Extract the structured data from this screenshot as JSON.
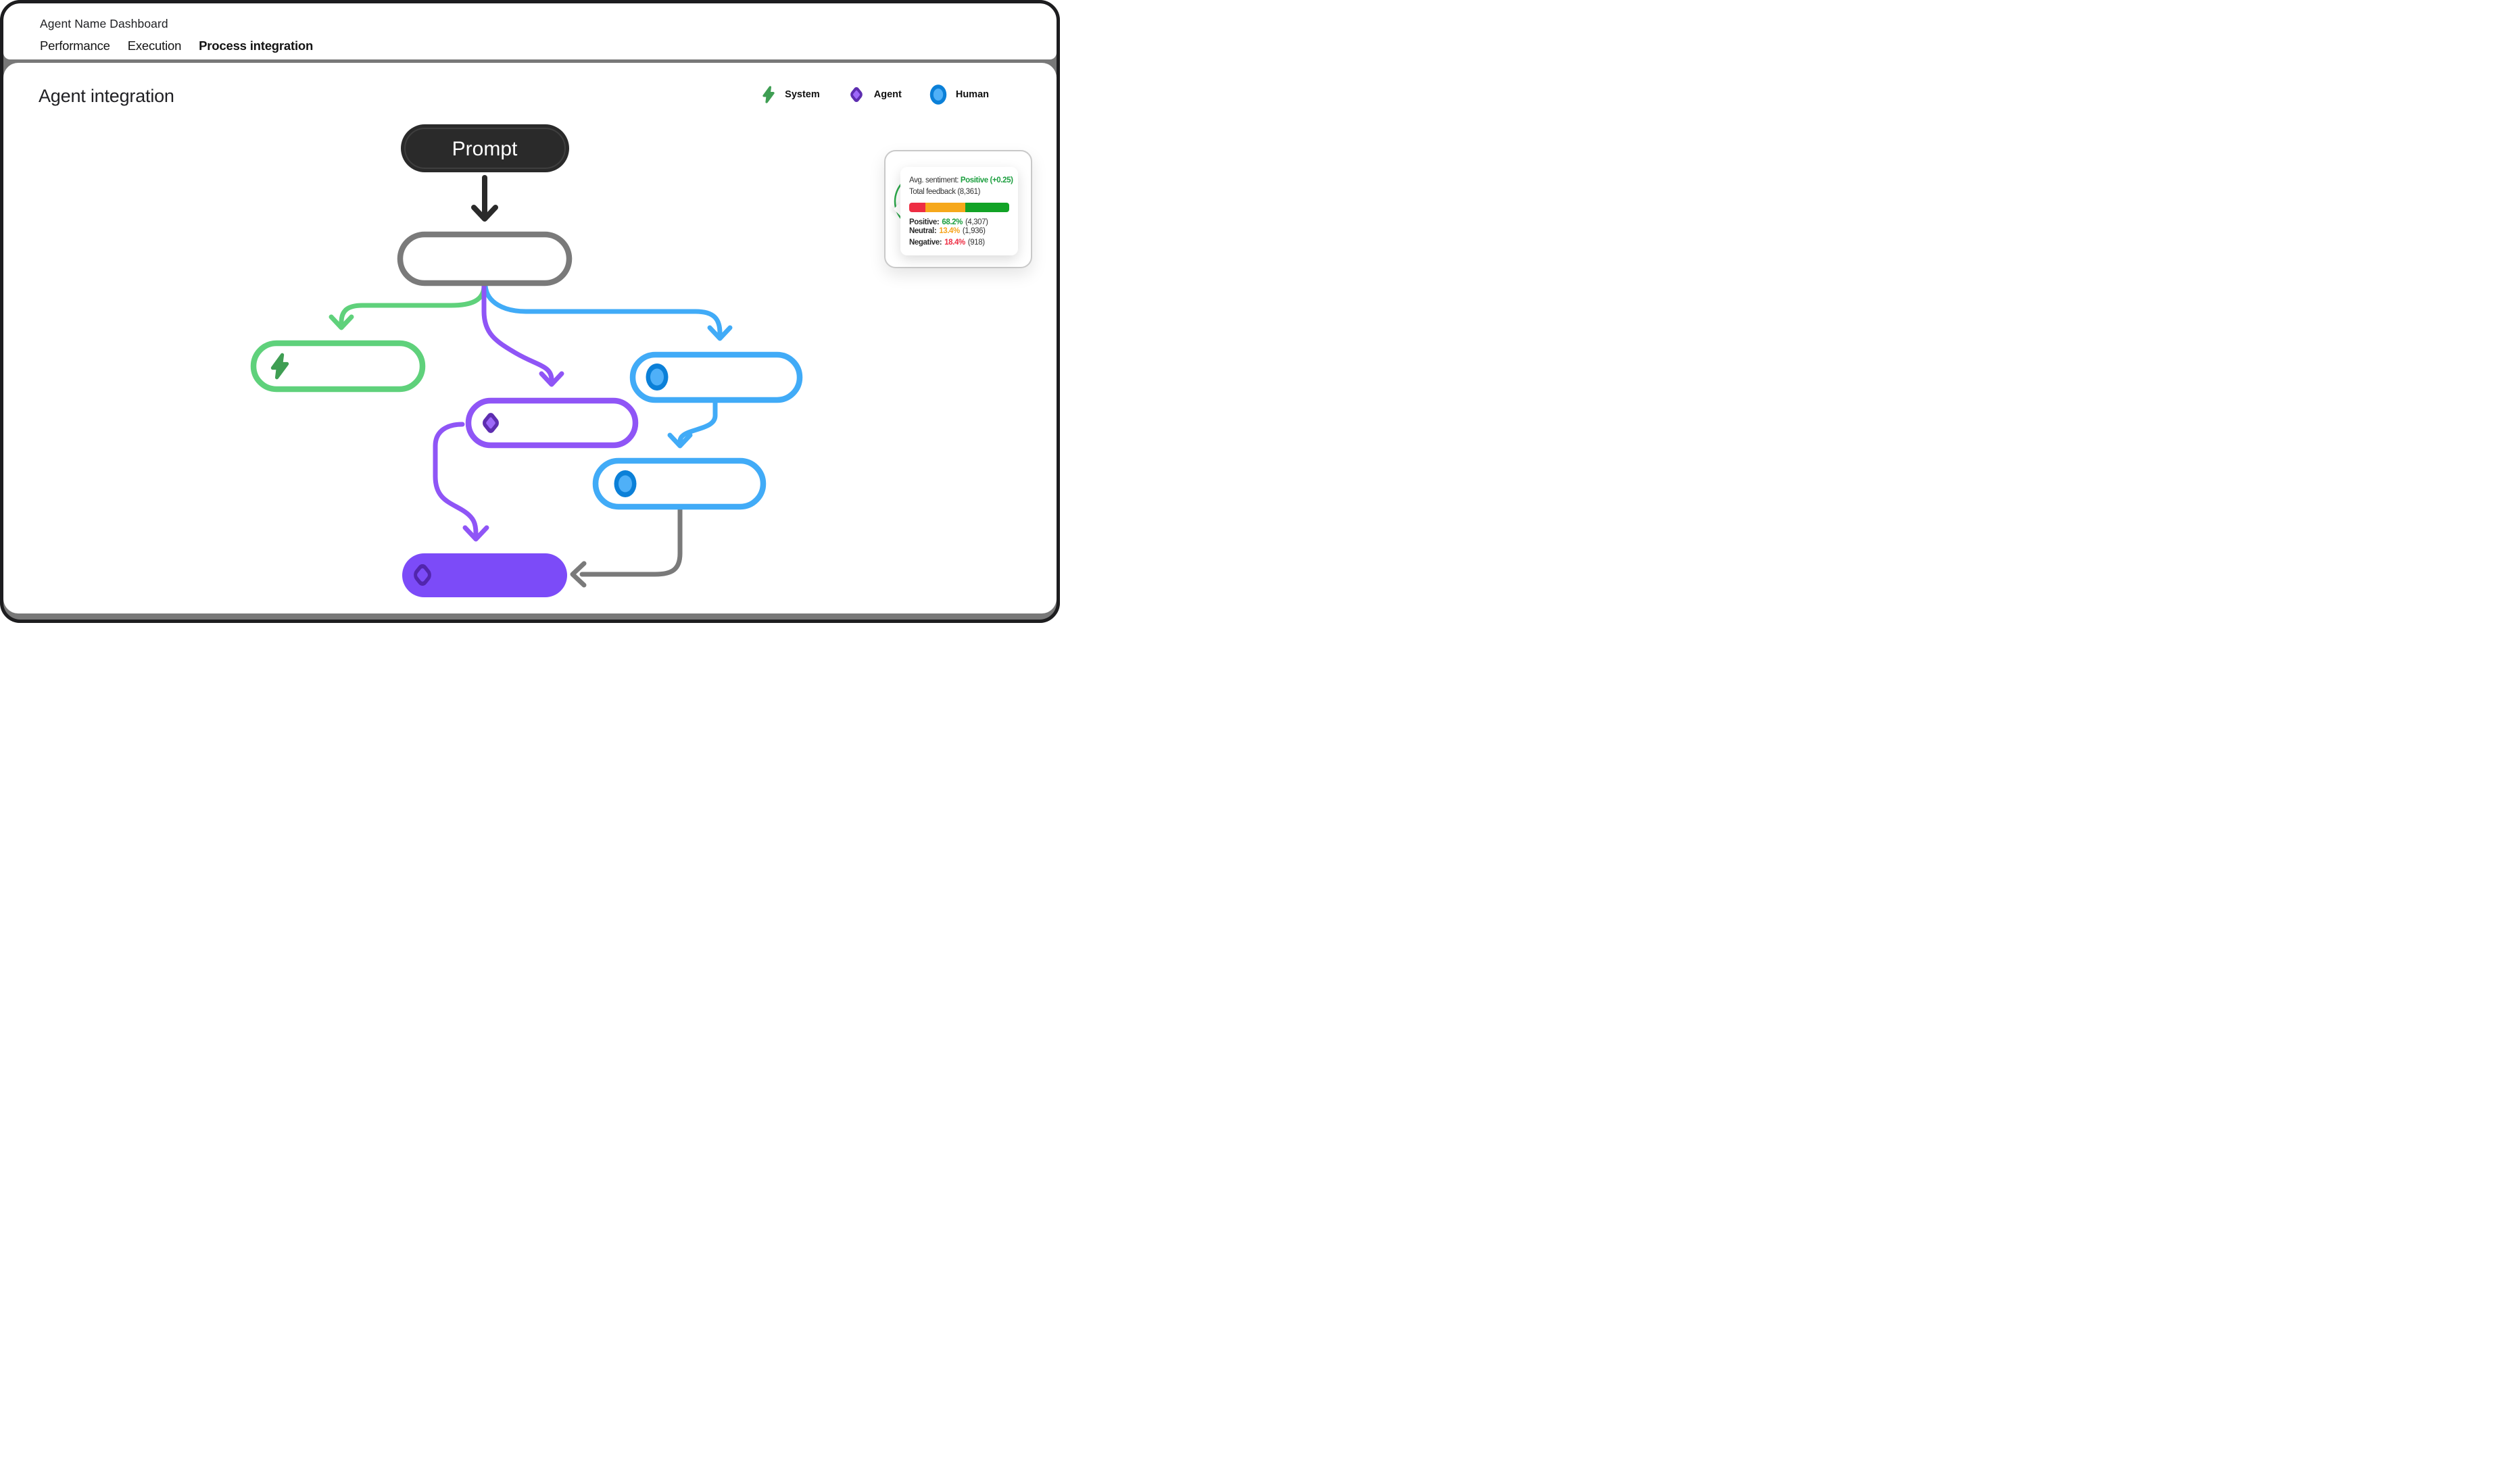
{
  "header": {
    "title": "Agent Name Dashboard",
    "tabs": [
      {
        "label": "Performance",
        "active": false
      },
      {
        "label": "Execution",
        "active": false
      },
      {
        "label": "Process integration",
        "active": true
      }
    ]
  },
  "main": {
    "heading": "Agent integration",
    "legend": [
      {
        "label": "System",
        "icon": "bolt-icon"
      },
      {
        "label": "Agent",
        "icon": "diamond-icon"
      },
      {
        "label": "Human",
        "icon": "circle-icon"
      }
    ],
    "flow": {
      "prompt_label": "Prompt",
      "nodes": [
        {
          "id": "prompt",
          "type": "prompt"
        },
        {
          "id": "router",
          "type": "empty-gray"
        },
        {
          "id": "system-step",
          "type": "system"
        },
        {
          "id": "agent-step",
          "type": "agent"
        },
        {
          "id": "human-step-1",
          "type": "human"
        },
        {
          "id": "human-step-2",
          "type": "human"
        },
        {
          "id": "agent-output",
          "type": "agent-filled"
        }
      ]
    },
    "tooltip": {
      "avg_sentiment_label": "Avg. sentiment:",
      "avg_sentiment_value": "Positive (+0.25)",
      "total_feedback": "Total feedback (8,361)",
      "bar": {
        "segments": [
          {
            "name": "negative",
            "color": "#ee2d43",
            "pct": 16
          },
          {
            "name": "neutral",
            "color": "#f6a81c",
            "pct": 40
          },
          {
            "name": "positive",
            "color": "#12a326",
            "pct": 44
          }
        ]
      },
      "rows": [
        {
          "label": "Positive:",
          "pct": "68.2%",
          "count": "(4,307)",
          "color": "#1b9e3e"
        },
        {
          "label": "Neutral:",
          "pct": "13.4%",
          "count": "(1,936)",
          "color": "#f6a41c"
        },
        {
          "label": "Negative:",
          "pct": "18.4%",
          "count": "(918)",
          "color": "#ee2d43"
        }
      ]
    }
  },
  "colors": {
    "frame": "#1d1d1f",
    "canvas_gray": "#787878",
    "ink": "#202124",
    "edge_black": "#2a2a2a",
    "edge_gray": "#7a7a7a",
    "green": "#5fd17b",
    "green_dark": "#3f9e53",
    "purple": "#8f55f6",
    "purple_dark": "#5d2db0",
    "purple_mid": "#9d68f9",
    "purple_fill": "#7c4bf8",
    "purple_outline": "#5226ad",
    "blue": "#41abf7",
    "blue_dark": "#0b80d8",
    "blue_light": "#4fb0f8",
    "pos_green": "#1b9e3e",
    "neu_orange": "#f6a41c",
    "neg_red": "#ee2d43",
    "arc_green": "#2ba84a"
  }
}
